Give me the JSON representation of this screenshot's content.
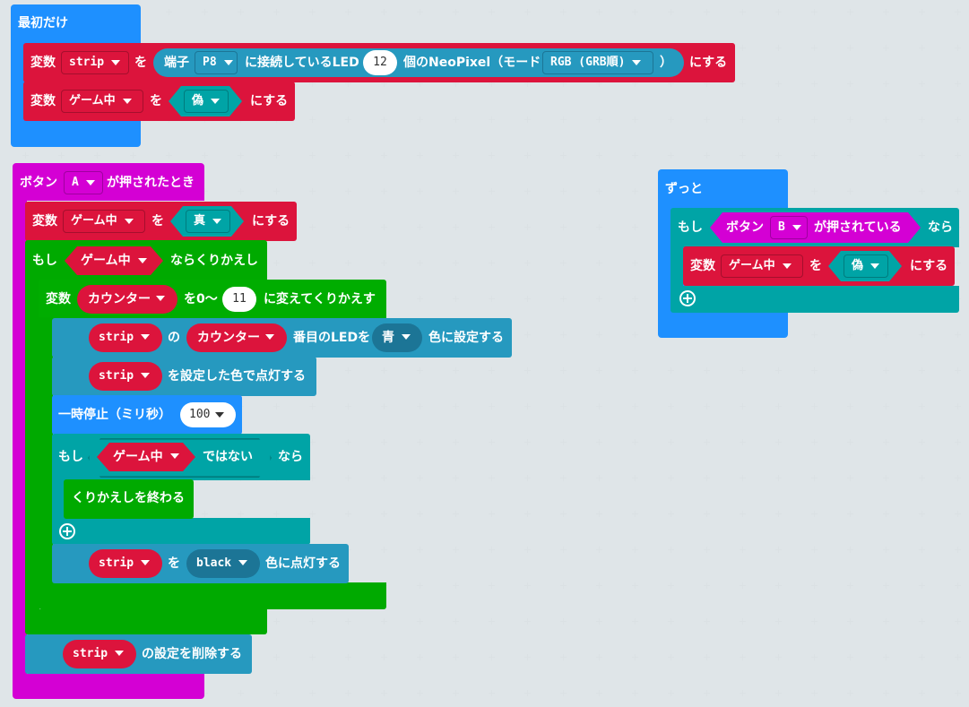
{
  "on_start": {
    "title": "最初だけ",
    "set1": {
      "label": "変数",
      "var": "strip",
      "to": "を",
      "port_label": "端子",
      "port": "P8",
      "connected": "に接続しているLED",
      "count": "12",
      "neopixel": "個のNeoPixel（モード",
      "mode": "RGB (GRB順)",
      "close": "）",
      "end": "にする"
    },
    "set2": {
      "label": "変数",
      "var": "ゲーム中",
      "to": "を",
      "value": "偽",
      "end": "にする"
    }
  },
  "on_button_a": {
    "title_prefix": "ボタン",
    "button": "A",
    "title_suffix": "が押されたとき",
    "set": {
      "label": "変数",
      "var": "ゲーム中",
      "to": "を",
      "value": "真",
      "end": "にする"
    },
    "while": {
      "label": "もし",
      "cond": "ゲーム中",
      "suffix": "ならくりかえし"
    },
    "for": {
      "label": "変数",
      "var": "カウンター",
      "range": "を0～",
      "max": "11",
      "suffix": "に変えてくりかえす"
    },
    "set_pixel": {
      "strip": "strip",
      "no": "の",
      "counter": "カウンター",
      "nth": "番目のLEDを",
      "color": "青",
      "suffix": "色に設定する"
    },
    "show": {
      "strip": "strip",
      "suffix": "を設定した色で点灯する"
    },
    "pause": {
      "label": "一時停止（ミリ秒）",
      "ms": "100"
    },
    "if_not": {
      "label": "もし",
      "cond": "ゲーム中",
      "not": "ではない",
      "then": "なら"
    },
    "break": "くりかえしを終わる",
    "show_color": {
      "strip": "strip",
      "to": "を",
      "color": "black",
      "suffix": "色に点灯する"
    },
    "clear": {
      "strip": "strip",
      "suffix": "の設定を削除する"
    }
  },
  "forever": {
    "title": "ずっと",
    "if": {
      "label": "もし",
      "cond_prefix": "ボタン",
      "button": "B",
      "cond_suffix": "が押されている",
      "then": "なら"
    },
    "set": {
      "label": "変数",
      "var": "ゲーム中",
      "to": "を",
      "value": "偽",
      "end": "にする"
    }
  },
  "colors": {
    "events": "#1e90ff",
    "input": "#d400d4",
    "variables": "#dc143c",
    "logic": "#00a4a6",
    "loops": "#00aa00",
    "neopixel": "#2699bf"
  }
}
